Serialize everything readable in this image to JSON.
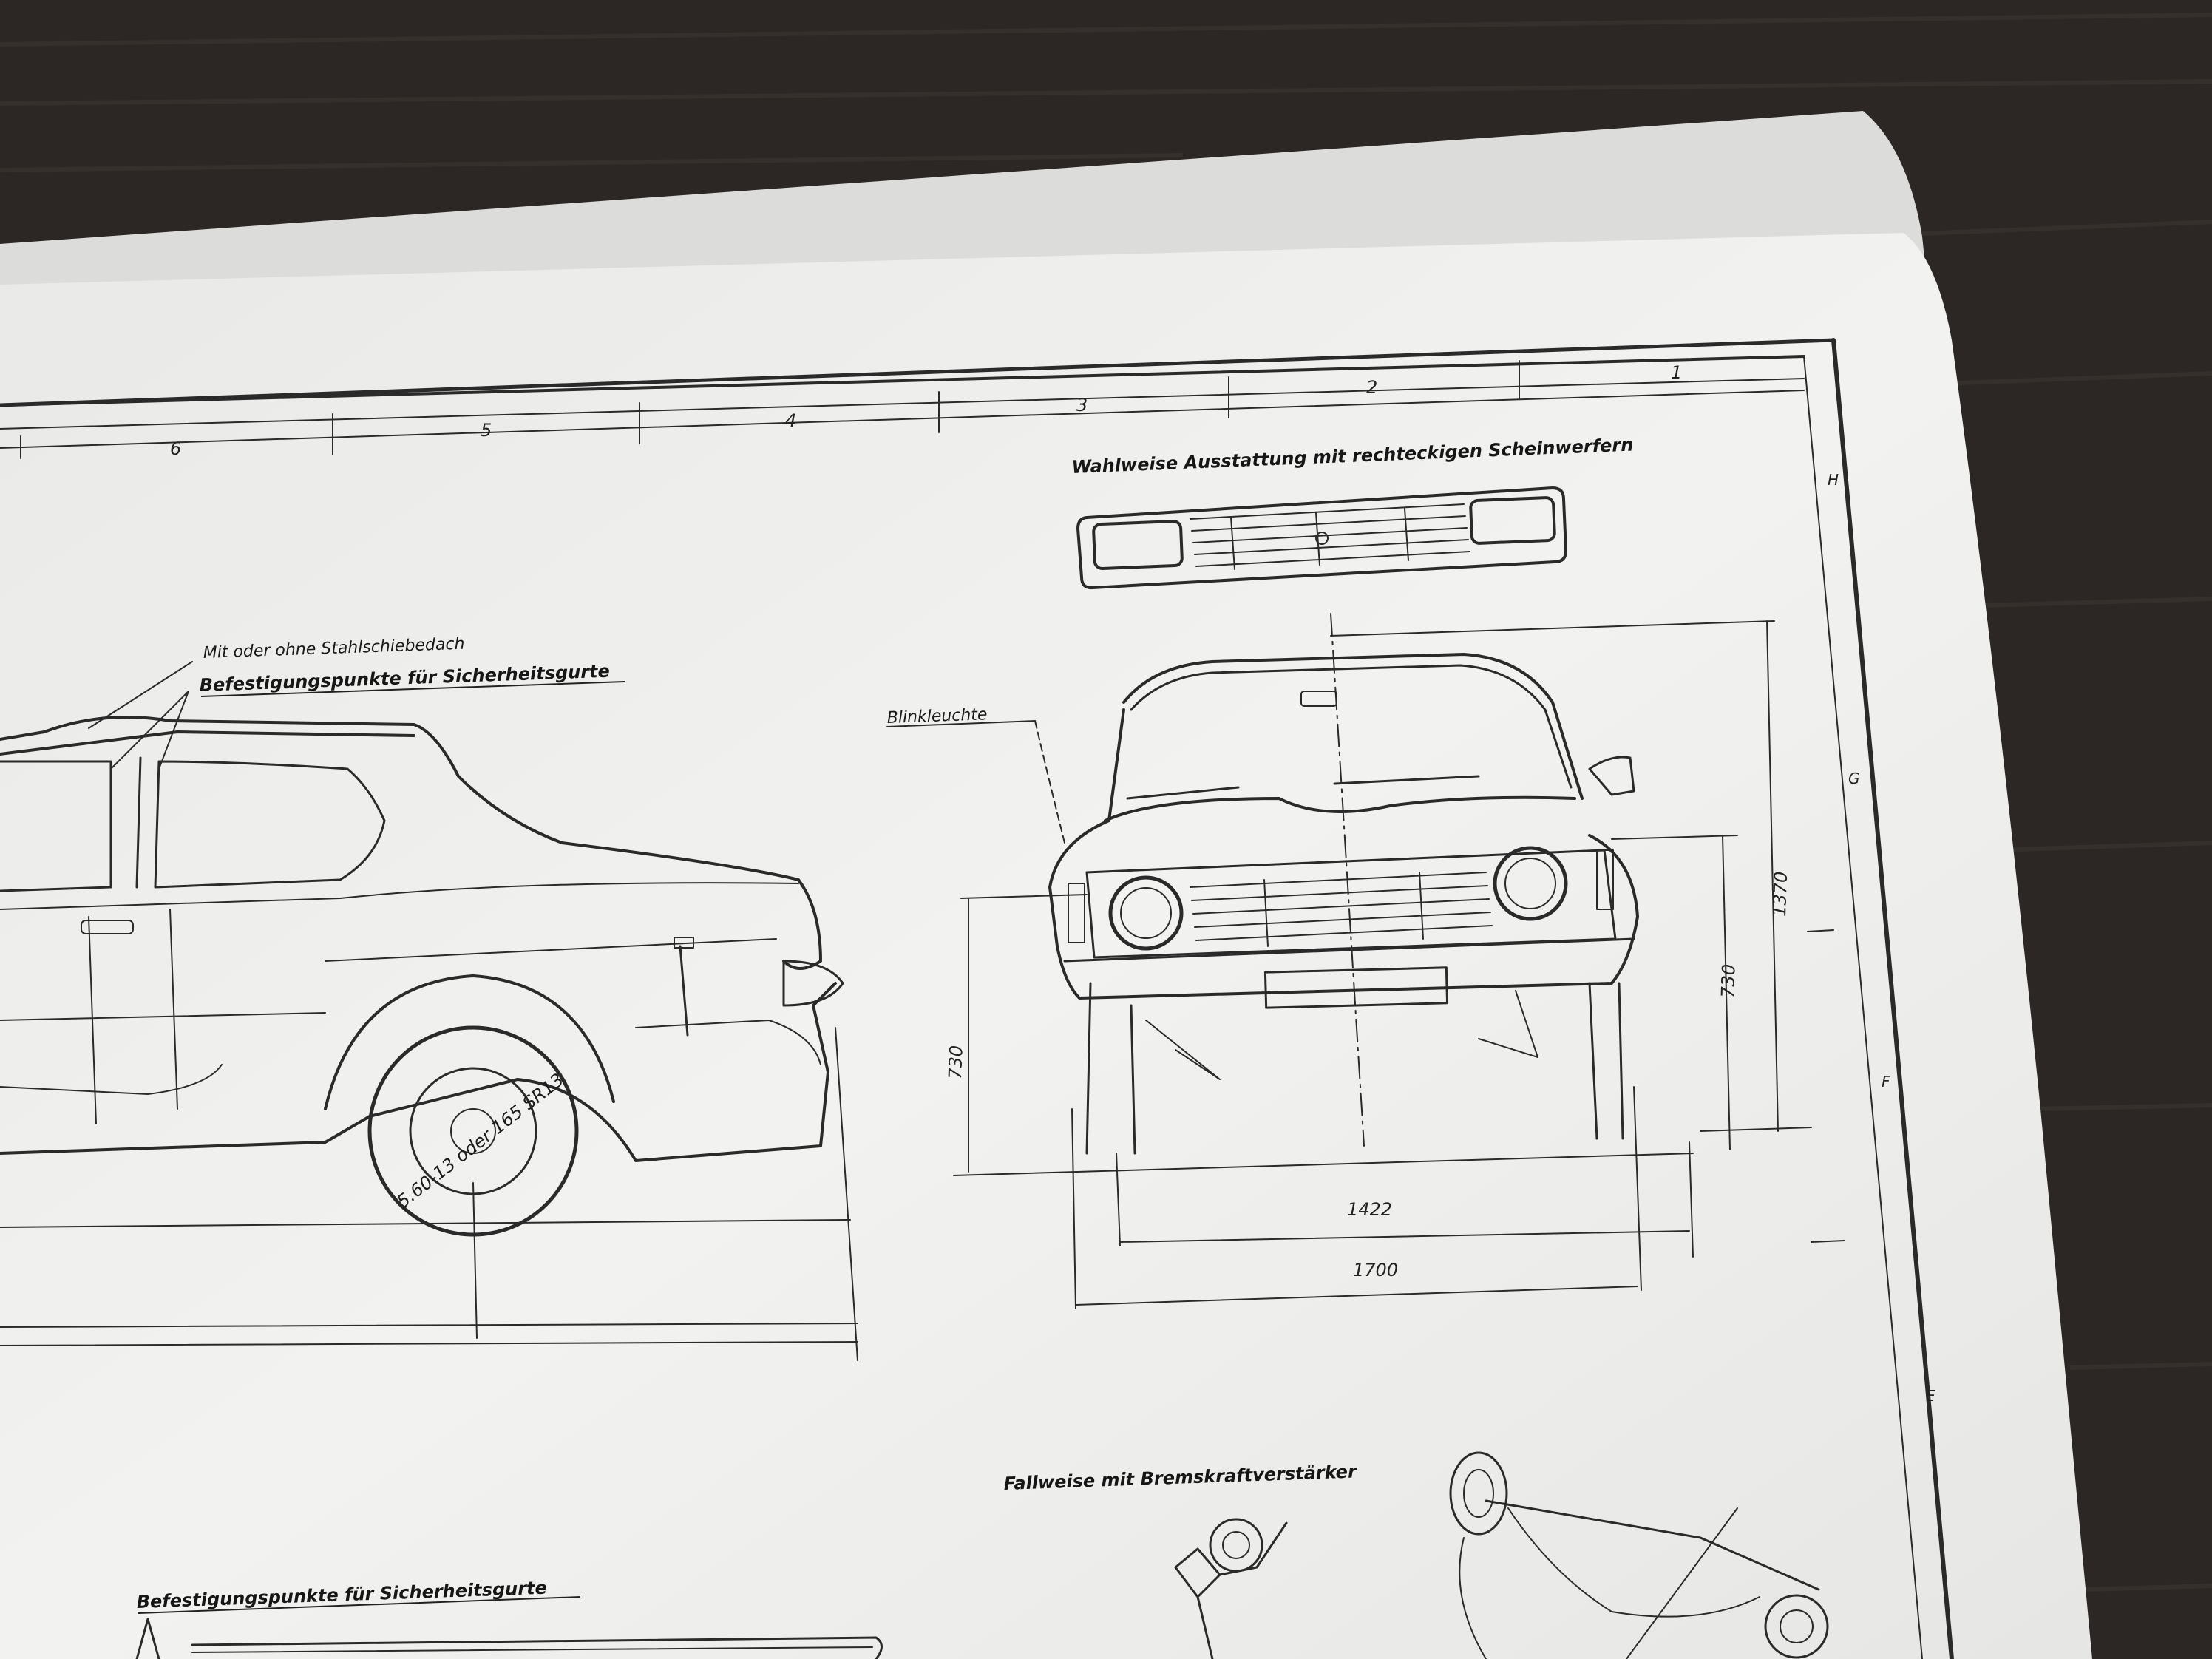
{
  "grid": {
    "columns": [
      "6",
      "5",
      "4",
      "3",
      "2",
      "1"
    ],
    "rows": [
      "H",
      "G",
      "F",
      "E"
    ]
  },
  "labels": {
    "rect_headlights_option": "Wahlweise Ausstattung mit rechteckigen Scheinwerfern",
    "sunroof": "Mit oder ohne Stahlschiebedach",
    "belt_points_top": "Befestigungspunkte für Sicherheitsgurte",
    "indicator": "Blinkleuchte",
    "tire_size": "5.60-13 oder 165 SR13",
    "brake_booster": "Fallweise mit Bremskraftverstärker",
    "belt_points_bottom": "Befestigungspunkte für Sicherheitsgurte"
  },
  "dimensions": {
    "height_total": "1370",
    "bumper_height_right": "730",
    "bumper_height_left": "730",
    "track": "1422",
    "width": "1700"
  },
  "colors": {
    "table": "#2c2724",
    "paper": "#f1f1ef",
    "ink": "#222222"
  }
}
